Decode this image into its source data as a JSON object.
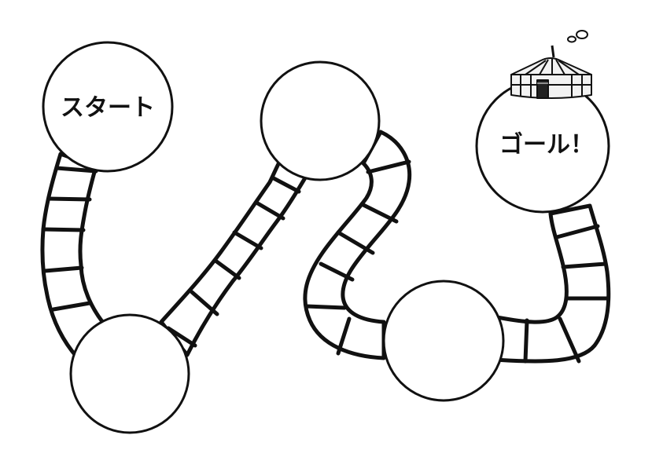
{
  "board": {
    "start_label": "スタート",
    "goal_label": "ゴール！",
    "colors": {
      "ink": "#111111",
      "background": "#ffffff",
      "yurt_body": "#f2f2f2"
    },
    "nodes": [
      {
        "id": "start",
        "role": "start"
      },
      {
        "id": "node-2",
        "role": "blank"
      },
      {
        "id": "node-3",
        "role": "blank"
      },
      {
        "id": "node-4",
        "role": "blank"
      },
      {
        "id": "goal",
        "role": "goal",
        "icon": "yurt-icon"
      }
    ]
  }
}
